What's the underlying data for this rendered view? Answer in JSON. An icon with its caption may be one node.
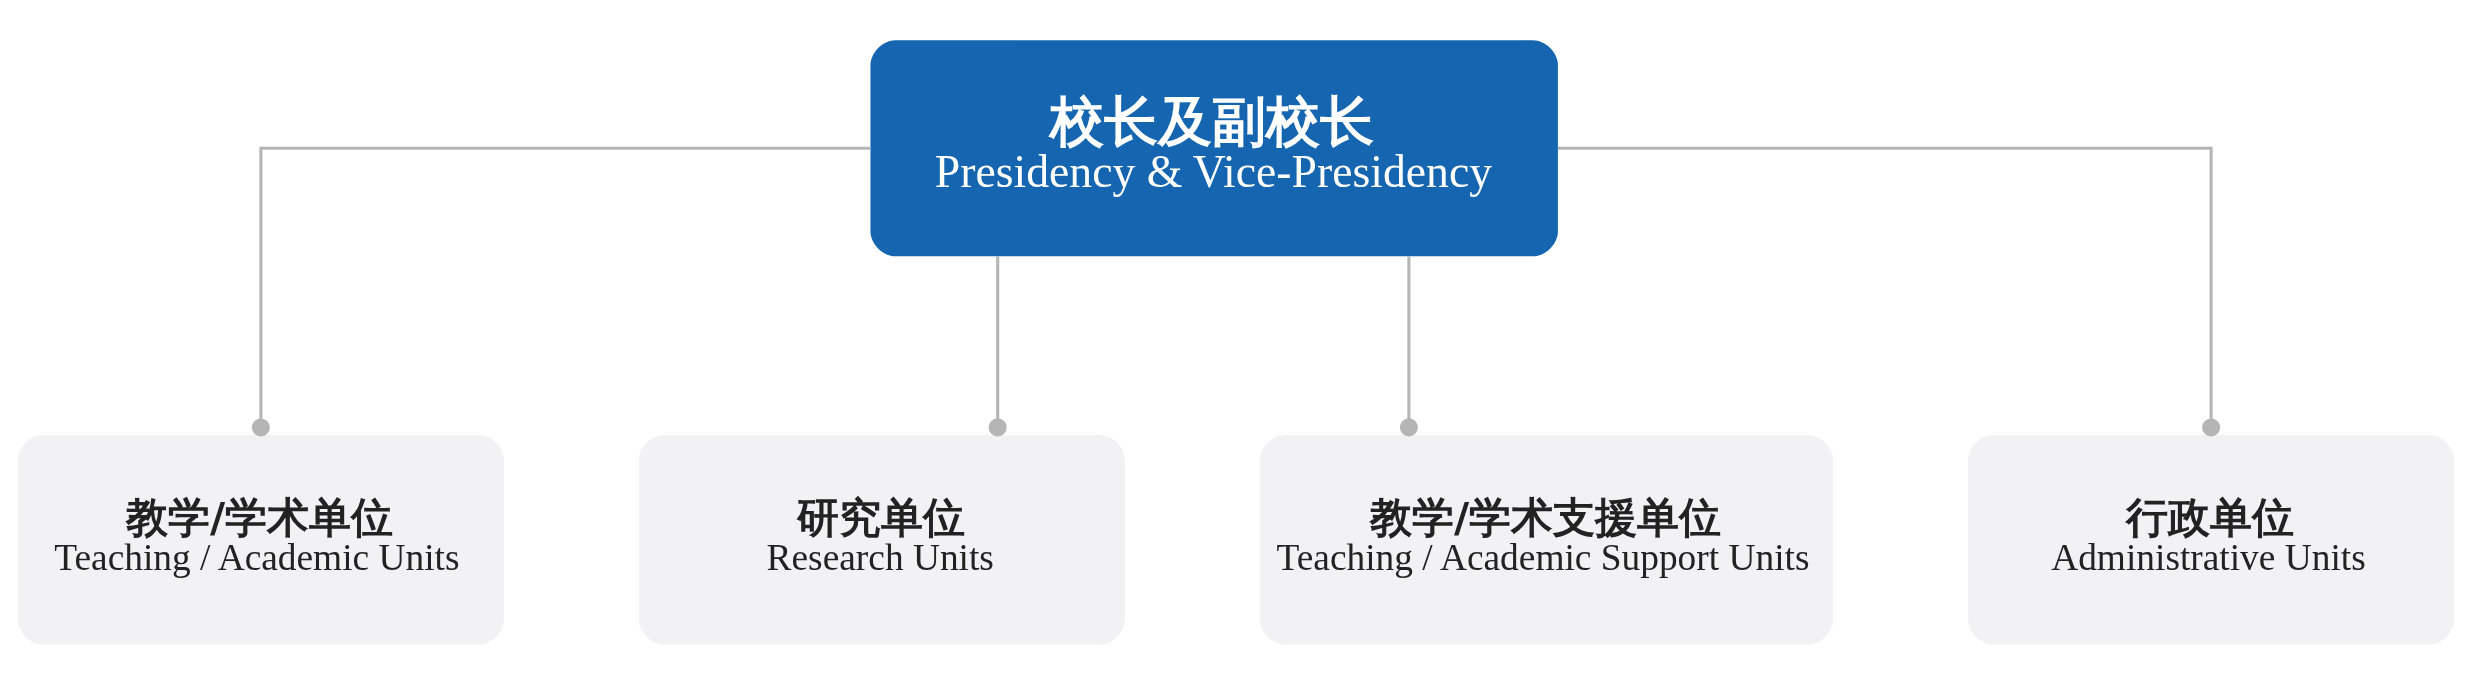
{
  "diagram": {
    "nodes": [
      {
        "text": [
          "校长及副校长",
          "Presidency & Vice-Presidency"
        ]
      },
      {
        "text": [
          "教学/学术单位",
          "Teaching / Academic Units"
        ]
      },
      {
        "text": [
          "研究单位",
          "Research Units"
        ]
      },
      {
        "text": [
          "教学/学术支援单位",
          "Teaching / Academic Support Units"
        ]
      },
      {
        "text": [
          "行政单位",
          "Administrative Units"
        ]
      }
    ],
    "edges": [
      {
        "from": 0,
        "to": 1,
        "arrow": "other"
      },
      {
        "from": 0,
        "to": 2,
        "arrow": "other"
      },
      {
        "from": 0,
        "to": 3,
        "arrow": "other"
      },
      {
        "from": 0,
        "to": 4,
        "arrow": "other"
      }
    ]
  }
}
